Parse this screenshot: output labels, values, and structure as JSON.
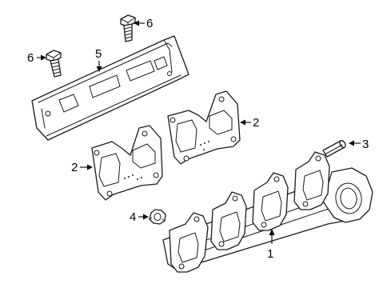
{
  "callouts": {
    "c1": "1",
    "c2a": "2",
    "c2b": "2",
    "c3": "3",
    "c4": "4",
    "c5": "5",
    "c6a": "6",
    "c6b": "6"
  }
}
